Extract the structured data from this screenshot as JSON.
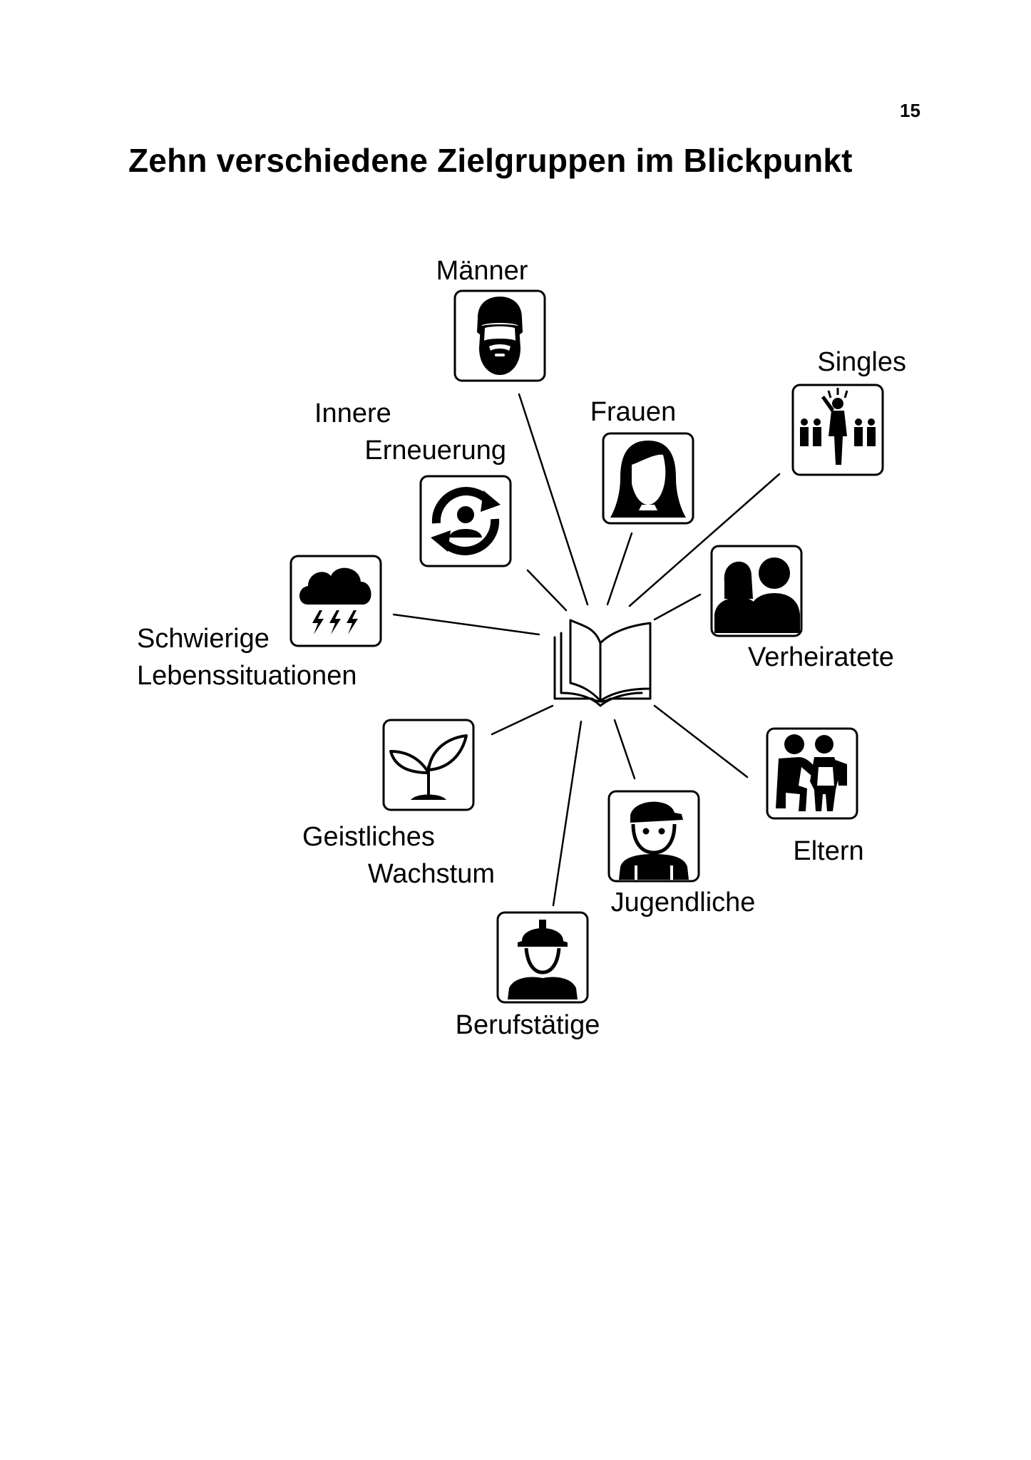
{
  "page": {
    "number": "15",
    "title": "Zehn verschiedene Zielgruppen im Blickpunkt"
  },
  "diagram": {
    "center": {
      "icon": "open-book-icon"
    },
    "groups": [
      {
        "id": "maenner",
        "lines": [
          "Männer"
        ],
        "icon": "bearded-man-icon"
      },
      {
        "id": "singles",
        "lines": [
          "Singles"
        ],
        "icon": "single-person-in-crowd-icon"
      },
      {
        "id": "frauen",
        "lines": [
          "Frauen"
        ],
        "icon": "woman-icon"
      },
      {
        "id": "innere",
        "lines": [
          "Innere",
          "Erneuerung"
        ],
        "icon": "person-refresh-icon"
      },
      {
        "id": "verheiratete",
        "lines": [
          "Verheiratete"
        ],
        "icon": "couple-icon"
      },
      {
        "id": "schwierige",
        "lines": [
          "Schwierige",
          "Lebenssituationen"
        ],
        "icon": "storm-cloud-icon"
      },
      {
        "id": "geistliches",
        "lines": [
          "Geistliches",
          "Wachstum"
        ],
        "icon": "sprout-icon"
      },
      {
        "id": "eltern",
        "lines": [
          "Eltern"
        ],
        "icon": "parent-child-icon"
      },
      {
        "id": "jugendliche",
        "lines": [
          "Jugendliche"
        ],
        "icon": "youth-cap-icon"
      },
      {
        "id": "berufstaetige",
        "lines": [
          "Berufstätige"
        ],
        "icon": "worker-helmet-icon"
      }
    ]
  }
}
